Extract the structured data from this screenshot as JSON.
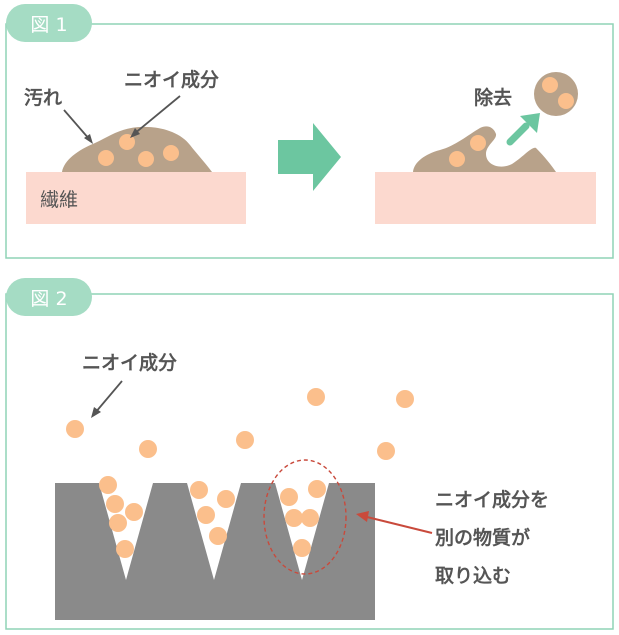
{
  "colors": {
    "frame": "#8fd3b6",
    "tab": "#a5dcc4",
    "tab_text": "#ffffff",
    "fiber": "#fcd9cf",
    "dirt": "#b8a28a",
    "particle": "#fbbf8c",
    "arrow_green": "#6cc6a0",
    "text": "#555555",
    "gray_fabric": "#8a8a8a",
    "red": "#c94a3c"
  },
  "figure1": {
    "tab": "図 1",
    "label_dirt": "汚れ",
    "label_odor": "ニオイ成分",
    "label_fiber": "繊維",
    "label_removal": "除去"
  },
  "figure2": {
    "tab": "図 2",
    "label_odor": "ニオイ成分",
    "callout": [
      "ニオイ成分を",
      "別の物質が",
      "取り込む"
    ]
  }
}
